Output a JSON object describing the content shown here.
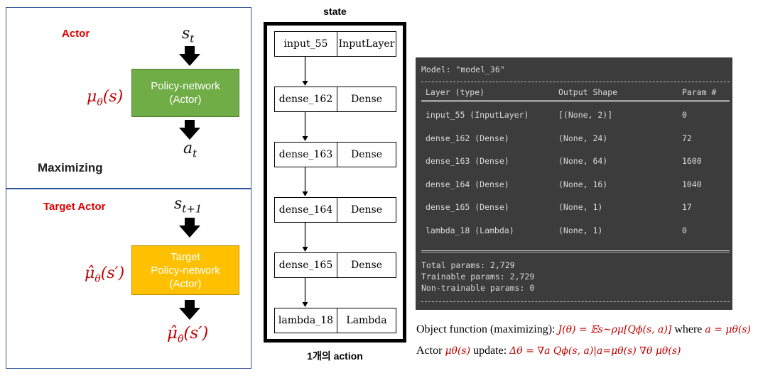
{
  "actor_panel": {
    "title": "Actor",
    "input": "s_t",
    "policy_symbol": "μθ(s)",
    "network_label": "Policy-network\n(Actor)",
    "output": "a_t",
    "caption": "Maximizing"
  },
  "target_panel": {
    "title": "Target Actor",
    "input": "s_{t+1}",
    "policy_symbol": "μ̂θ(s′)",
    "network_label": "Target\nPolicy-network\n(Actor)",
    "output": "μ̂θ̂(s′)"
  },
  "graph": {
    "title": "state",
    "footer": "1개의 action",
    "nodes": [
      {
        "name": "input_55",
        "type": "InputLayer"
      },
      {
        "name": "dense_162",
        "type": "Dense"
      },
      {
        "name": "dense_163",
        "type": "Dense"
      },
      {
        "name": "dense_164",
        "type": "Dense"
      },
      {
        "name": "dense_165",
        "type": "Dense"
      },
      {
        "name": "lambda_18",
        "type": "Lambda"
      }
    ]
  },
  "summary": {
    "model_line": "Model: \"model_36\"",
    "headers": [
      "Layer (type)",
      "Output Shape",
      "Param #"
    ],
    "rows": [
      [
        "input_55 (InputLayer)",
        "[(None, 2)]",
        "0"
      ],
      [
        "dense_162 (Dense)",
        "(None, 24)",
        "72"
      ],
      [
        "dense_163 (Dense)",
        "(None, 64)",
        "1600"
      ],
      [
        "dense_164 (Dense)",
        "(None, 16)",
        "1040"
      ],
      [
        "dense_165 (Dense)",
        "(None, 1)",
        "17"
      ],
      [
        "lambda_18 (Lambda)",
        "(None, 1)",
        "0"
      ]
    ],
    "total": "Total params: 2,729",
    "trainable": "Trainable params: 2,729",
    "non_trainable": "Non-trainable params: 0"
  },
  "formulas": {
    "objective_prefix": "Object function (maximizing):",
    "objective_expr": "J(θ) = 𝔼s∼ρμ[Qϕ(s, a)]",
    "objective_where": "where",
    "objective_cond": "a = μθ(s)",
    "update_prefix": "Actor",
    "update_policy": "μθ(s)",
    "update_word": "update:",
    "update_expr": "Δθ = ∇a Qϕ(s, a)|a=μθ(s) ∇θ μθ(s)"
  }
}
